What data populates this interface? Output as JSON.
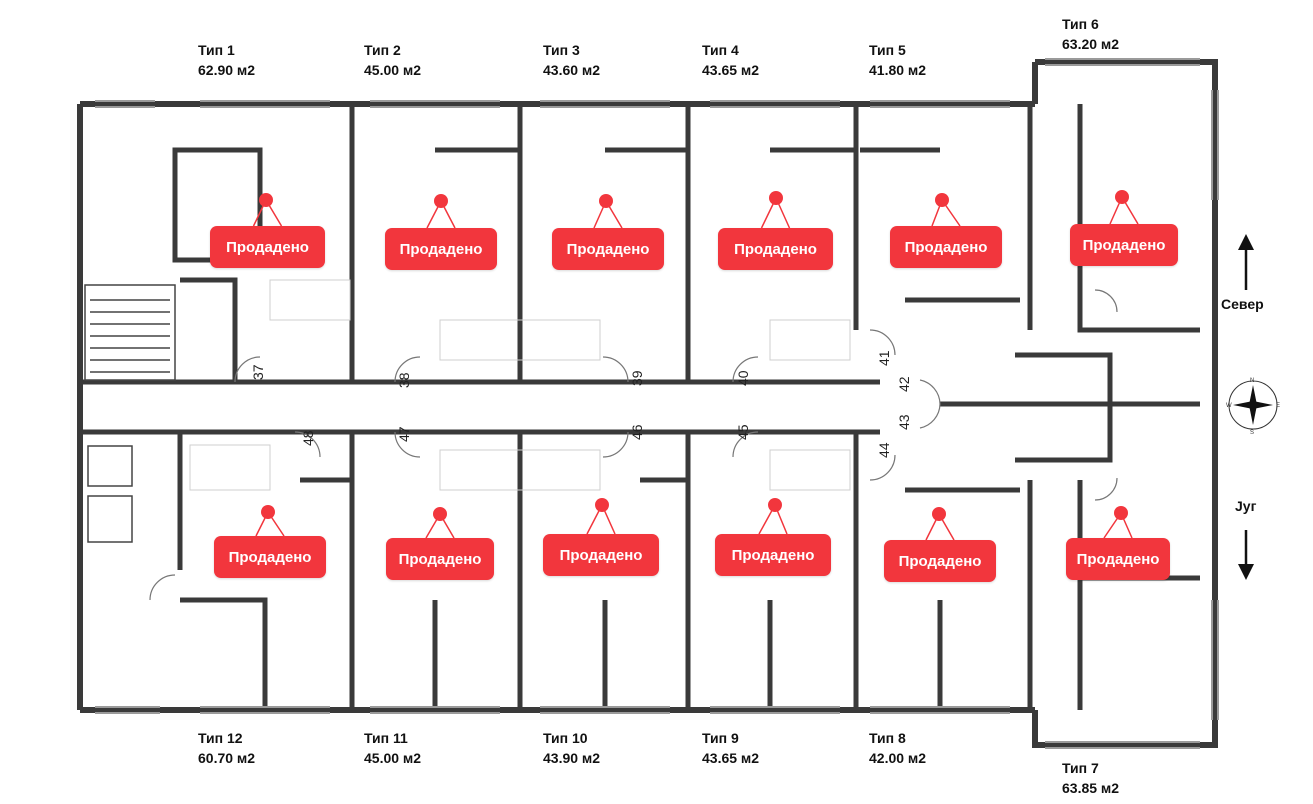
{
  "apartments": [
    {
      "type": "Тип 1",
      "area": "62.90 м2",
      "status": "Продадено"
    },
    {
      "type": "Тип 2",
      "area": "45.00 м2",
      "status": "Продадено"
    },
    {
      "type": "Тип 3",
      "area": "43.60 м2",
      "status": "Продадено"
    },
    {
      "type": "Тип 4",
      "area": "43.65 м2",
      "status": "Продадено"
    },
    {
      "type": "Тип 5",
      "area": "41.80 м2",
      "status": "Продадено"
    },
    {
      "type": "Тип 6",
      "area": "63.20 м2",
      "status": "Продадено"
    },
    {
      "type": "Тип 7",
      "area": "63.85 м2",
      "status": "Продадено"
    },
    {
      "type": "Тип 8",
      "area": "42.00 м2",
      "status": "Продадено"
    },
    {
      "type": "Тип 9",
      "area": "43.65 м2",
      "status": "Продадено"
    },
    {
      "type": "Тип 10",
      "area": "43.90 м2",
      "status": "Продадено"
    },
    {
      "type": "Тип 11",
      "area": "45.00 м2",
      "status": "Продадено"
    },
    {
      "type": "Тип 12",
      "area": "60.70 м2",
      "status": "Продадено"
    }
  ],
  "door_numbers": [
    "37",
    "38",
    "39",
    "40",
    "41",
    "42",
    "43",
    "44",
    "45",
    "46",
    "47",
    "48"
  ],
  "compass": {
    "north": "Север",
    "south": "Југ"
  },
  "colors": {
    "sold": "#f2363d",
    "wall": "#3a3a3a"
  }
}
